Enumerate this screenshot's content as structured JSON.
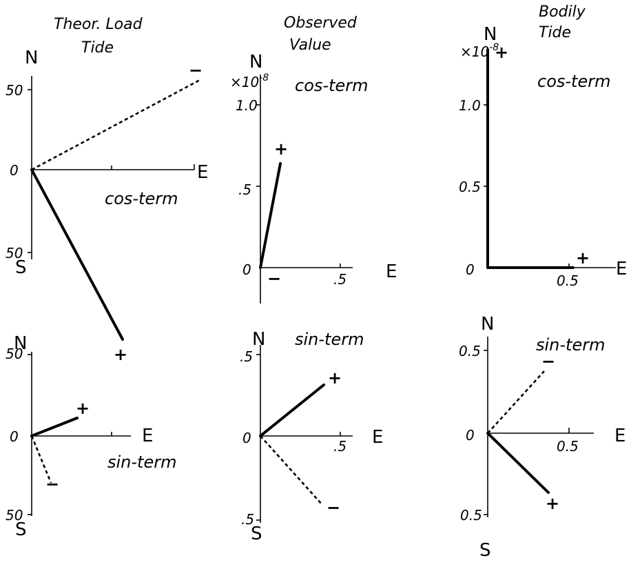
{
  "headers": {
    "theor_load_1": "Theor. Load",
    "theor_load_2": "Tide",
    "observed_1": "Observed",
    "observed_2": "Value",
    "bodily_1": "Bodily",
    "bodily_2": "Tide"
  },
  "directions": {
    "north": "N",
    "south": "S",
    "east": "E"
  },
  "terms": {
    "cos": "cos-term",
    "sin": "sin-term"
  },
  "unit": {
    "base": "×10",
    "exponent": "-8"
  },
  "signs": {
    "plus": "+",
    "minus": "−"
  },
  "ticks": {
    "load_50": "50",
    "zero": "0",
    "half_dot": ".5",
    "one_dot": "1.0",
    "obs_half": ".5",
    "bodily_one": "1.0",
    "bodily_half": "0.5"
  }
}
